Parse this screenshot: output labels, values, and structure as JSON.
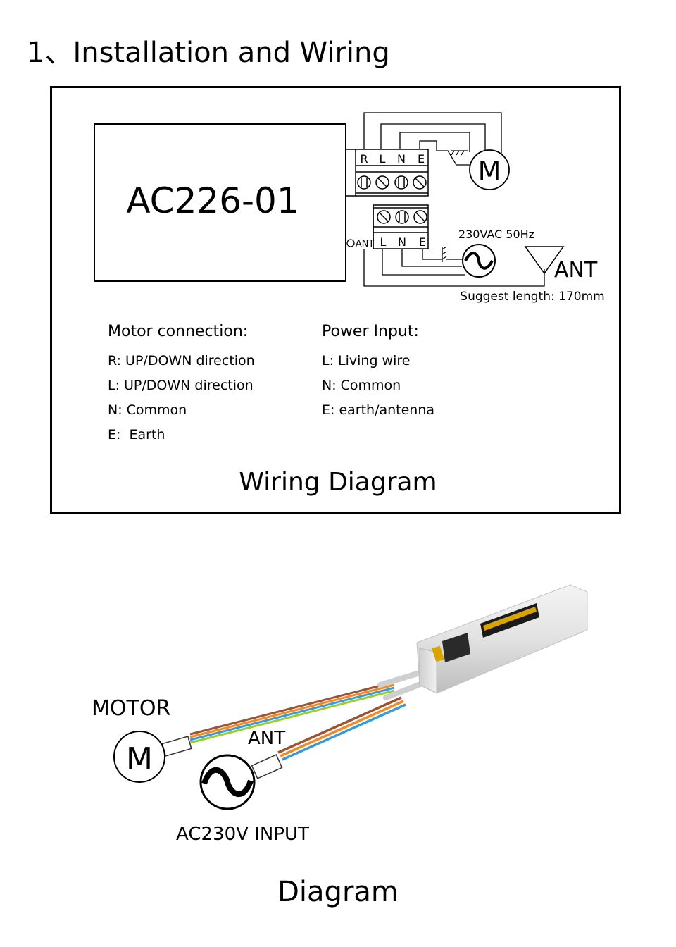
{
  "header": {
    "title": "1、Installation and Wiring"
  },
  "wiring": {
    "model": "AC226-01",
    "terminals_top": [
      "R",
      "L",
      "N",
      "E"
    ],
    "terminals_bottom": [
      "ANT",
      "L",
      "N",
      "E"
    ],
    "motor_symbol": "M",
    "power_label": "230VAC 50Hz",
    "antenna_label": "ANT",
    "suggest_length": "Suggest length: 170mm",
    "motor_connection": {
      "title": "Motor connection:",
      "items": [
        "R: UP/DOWN direction",
        "L: UP/DOWN direction",
        "N: Common",
        "E:  Earth"
      ]
    },
    "power_input": {
      "title": "Power Input:",
      "items": [
        "L: Living wire",
        "N: Common",
        "E: earth/antenna"
      ]
    },
    "caption": "Wiring Diagram"
  },
  "photo": {
    "motor_label": "MOTOR",
    "motor_symbol": "M",
    "ant_label": "ANT",
    "input_label": "AC230V INPUT",
    "caption": "Diagram"
  },
  "colors": {
    "wire_brown": "#a0522d",
    "wire_orange": "#f08a24",
    "wire_blue": "#3a9ad9",
    "wire_green": "#9acd32",
    "label_yellow": "#d9a400"
  }
}
